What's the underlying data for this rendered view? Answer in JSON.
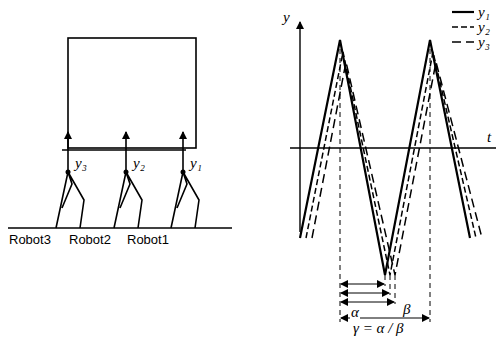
{
  "diagram": {
    "labels": [
      "y₃",
      "y₂",
      "y₁",
      "Robot3",
      "Robot2",
      "Robot1",
      "y",
      "t",
      "α",
      "β",
      "γ = α / β"
    ],
    "legend": [
      {
        "text": "y₁"
      },
      {
        "text": "y₂"
      },
      {
        "text": "y₃"
      }
    ]
  }
}
